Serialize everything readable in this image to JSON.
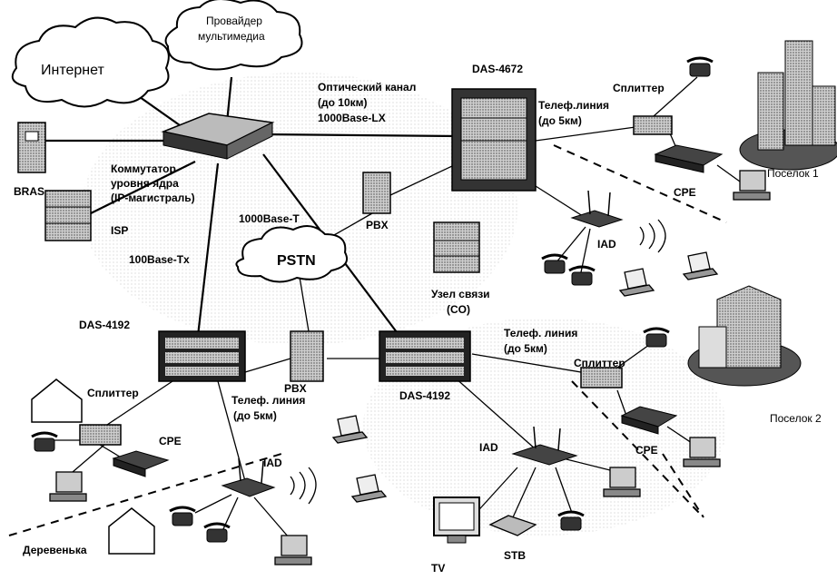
{
  "clouds": {
    "internet": "Интернет",
    "provider_line1": "Провайдер",
    "provider_line2": "мультимедиа",
    "pstn": "PSTN"
  },
  "labels": {
    "das4672": "DAS-4672",
    "optic_line1": "Оптический канал",
    "optic_line2": "(до 10км)",
    "optic_line3": "1000Base-LX",
    "tel_line_top1": "Телеф.линия",
    "tel_line_top2": "(до 5км)",
    "splitter_top": "Сплиттер",
    "village1": "Поселок 1",
    "cpe_top": "CPE",
    "switch_line1": "Коммутатор",
    "switch_line2": "уровня ядра",
    "switch_line3": "(IP-магистраль)",
    "bras": "BRAS",
    "isp": "ISP",
    "base_t": "1000Base-T",
    "pbx_top": "PBX",
    "iad_top": "IAD",
    "base_tx": "100Base-Tx",
    "node_line1": "Узел связи",
    "node_line2": "(CO)",
    "das4192_left": "DAS-4192",
    "pbx_mid": "PBX",
    "das4192_right": "DAS-4192",
    "tel_line_right1": "Телеф. линия",
    "tel_line_right2": "(до 5км)",
    "splitter_right": "Сплиттер",
    "village2": "Поселок 2",
    "cpe_right": "CPE",
    "splitter_left": "Сплиттер",
    "tel_line_left1": "Телеф. линия",
    "tel_line_left2": "(до 5км)",
    "cpe_left": "CPE",
    "iad_left": "IAD",
    "iad_right": "IAD",
    "village3": "Деревенька",
    "tv": "TV",
    "stb": "STB"
  }
}
